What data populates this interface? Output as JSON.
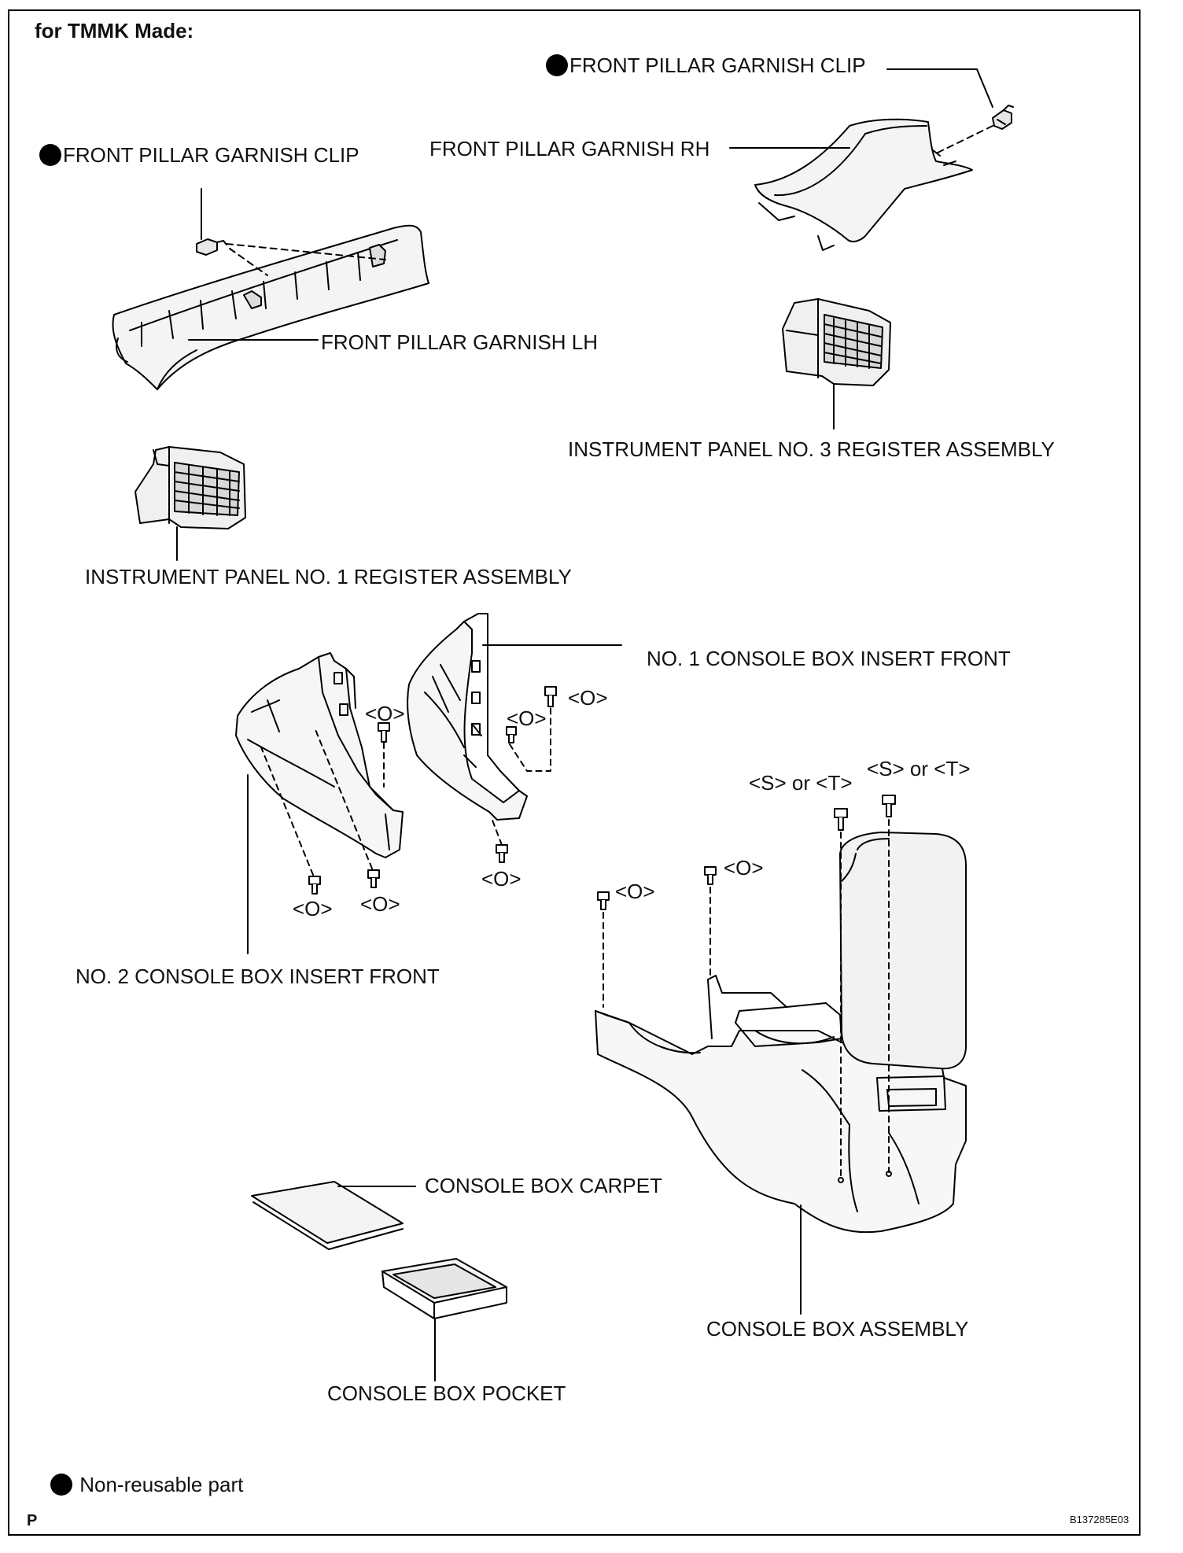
{
  "header": {
    "title": "for TMMK Made:"
  },
  "labels": {
    "front_pillar_garnish_clip_rh": "FRONT PILLAR GARNISH CLIP",
    "front_pillar_garnish_rh": "FRONT PILLAR GARNISH RH",
    "front_pillar_garnish_clip_lh": "FRONT PILLAR GARNISH CLIP",
    "front_pillar_garnish_lh": "FRONT PILLAR GARNISH LH",
    "instrument_panel_no3_register": "INSTRUMENT PANEL NO. 3 REGISTER ASSEMBLY",
    "instrument_panel_no1_register": "INSTRUMENT PANEL NO. 1 REGISTER ASSEMBLY",
    "no1_console_box_insert_front": "NO. 1 CONSOLE BOX INSERT FRONT",
    "no2_console_box_insert_front": "NO. 2 CONSOLE BOX INSERT FRONT",
    "console_box_carpet": "CONSOLE BOX CARPET",
    "console_box_pocket": "CONSOLE BOX POCKET",
    "console_box_assembly": "CONSOLE BOX ASSEMBLY"
  },
  "fastener_codes": {
    "o1": "<O>",
    "o2": "<O>",
    "o3": "<O>",
    "o4": "<O>",
    "o5": "<O>",
    "o6": "<O>",
    "o7": "<O>",
    "o8": "<O>",
    "s_or_t_1": "<S> or <T>",
    "s_or_t_2": "<S> or <T>"
  },
  "legend": {
    "non_reusable": "Non-reusable part"
  },
  "footer": {
    "page_marker": "P",
    "figure_code": "B137285E03"
  }
}
